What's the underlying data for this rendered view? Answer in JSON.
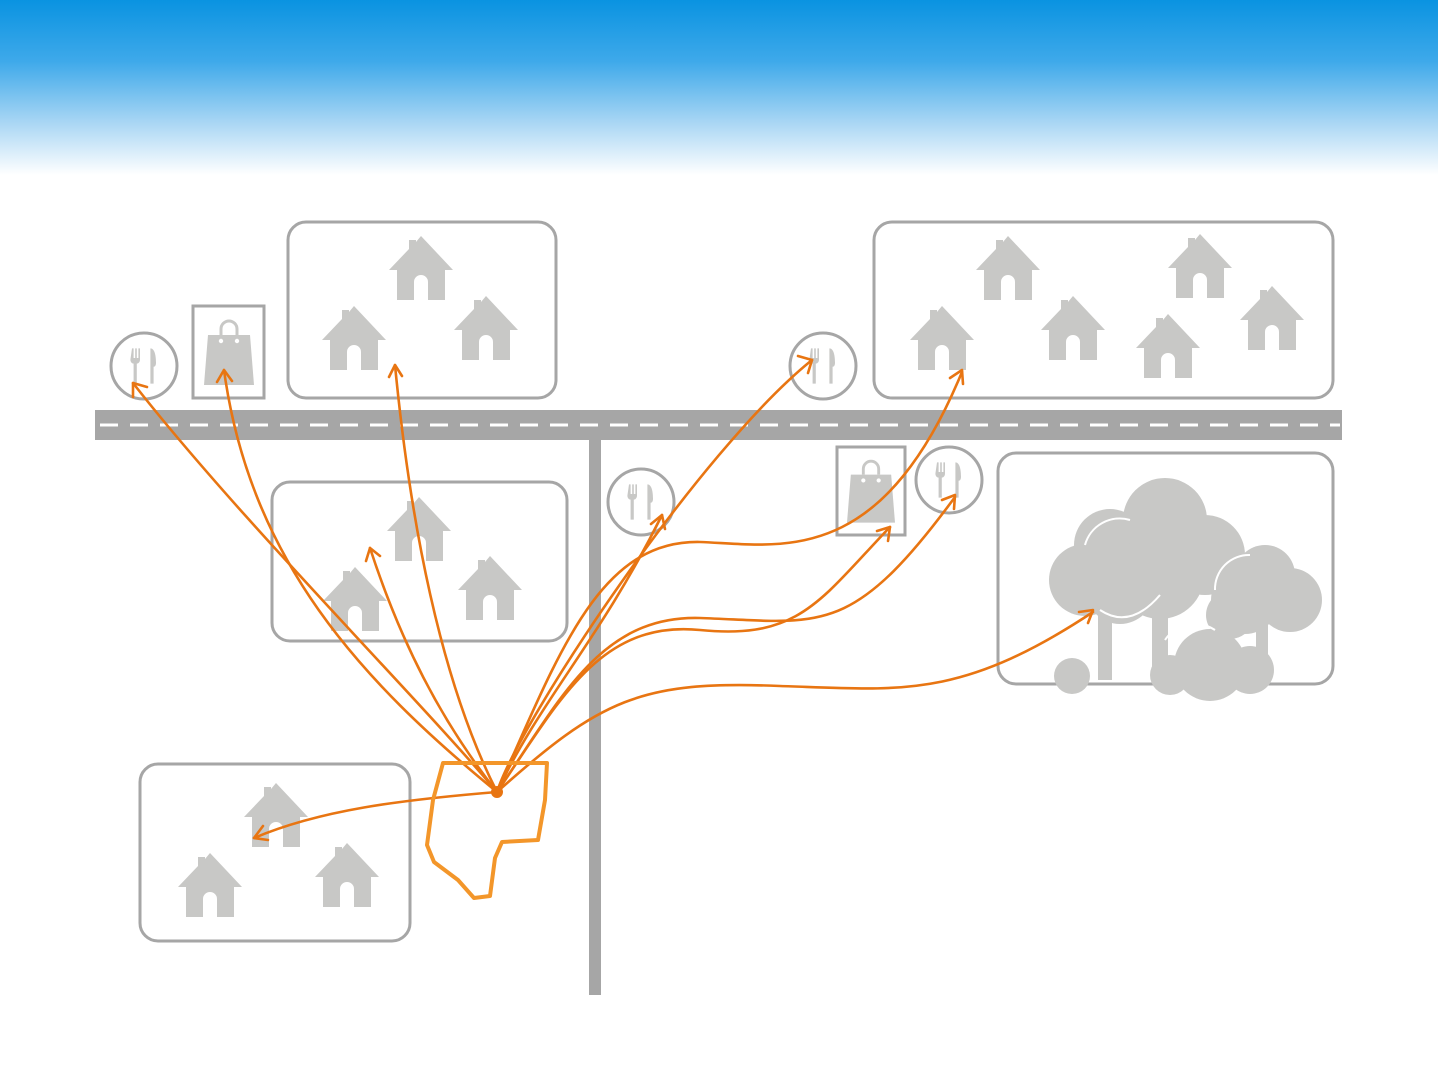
{
  "header": {
    "color_top": "#0a93e1",
    "color_mid": "#a9d6f4",
    "color_bottom": "#ffffff"
  },
  "colors": {
    "road": "#a6a6a6",
    "block_outline": "#a6a6a6",
    "icon": "#c8c8c6",
    "trip_line": "#e87512",
    "parcel_outline": "#f3962a"
  },
  "icons": {
    "house": "house-icon",
    "restaurant": "fork-knife-icon",
    "shop": "shopping-bag-icon",
    "park": "tree-icon"
  },
  "legend": {
    "origin": "origin-parcel",
    "destinations": [
      "restaurant",
      "shop",
      "residential-block",
      "residential-block",
      "restaurant",
      "residential-block",
      "restaurant",
      "shop",
      "restaurant",
      "park",
      "residential-block"
    ]
  }
}
